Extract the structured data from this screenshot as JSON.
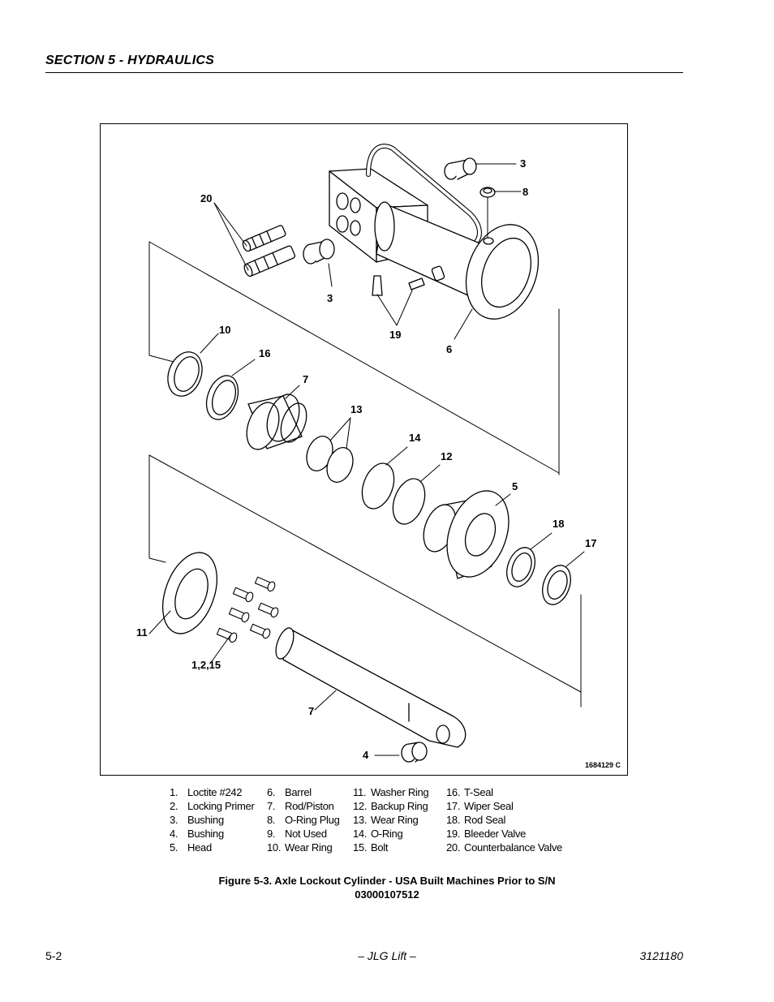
{
  "header": {
    "section_title": "SECTION 5 - HYDRAULICS"
  },
  "figure": {
    "drawing_id": "1684129 C",
    "callouts": [
      {
        "key": "c3a",
        "label": "3"
      },
      {
        "key": "c8",
        "label": "8"
      },
      {
        "key": "c20",
        "label": "20"
      },
      {
        "key": "c3b",
        "label": "3"
      },
      {
        "key": "c19",
        "label": "19"
      },
      {
        "key": "c6",
        "label": "6"
      },
      {
        "key": "c10",
        "label": "10"
      },
      {
        "key": "c16",
        "label": "16"
      },
      {
        "key": "c7a",
        "label": "7"
      },
      {
        "key": "c13",
        "label": "13"
      },
      {
        "key": "c14",
        "label": "14"
      },
      {
        "key": "c12",
        "label": "12"
      },
      {
        "key": "c5",
        "label": "5"
      },
      {
        "key": "c18",
        "label": "18"
      },
      {
        "key": "c17",
        "label": "17"
      },
      {
        "key": "c11",
        "label": "11"
      },
      {
        "key": "c1215",
        "label": "1,2,15"
      },
      {
        "key": "c7b",
        "label": "7"
      },
      {
        "key": "c4",
        "label": "4"
      }
    ]
  },
  "parts_legend": [
    [
      {
        "num": "1.",
        "name": "Loctite #242"
      },
      {
        "num": "2.",
        "name": "Locking Primer"
      },
      {
        "num": "3.",
        "name": "Bushing"
      },
      {
        "num": "4.",
        "name": "Bushing"
      },
      {
        "num": "5.",
        "name": "Head"
      }
    ],
    [
      {
        "num": "6.",
        "name": "Barrel"
      },
      {
        "num": "7.",
        "name": "Rod/Piston"
      },
      {
        "num": "8.",
        "name": "O-Ring Plug"
      },
      {
        "num": "9.",
        "name": "Not Used"
      },
      {
        "num": "10.",
        "name": "Wear Ring"
      }
    ],
    [
      {
        "num": "11.",
        "name": "Washer Ring"
      },
      {
        "num": "12.",
        "name": "Backup Ring"
      },
      {
        "num": "13.",
        "name": "Wear Ring"
      },
      {
        "num": "14.",
        "name": "O-Ring"
      },
      {
        "num": "15.",
        "name": "Bolt"
      }
    ],
    [
      {
        "num": "16.",
        "name": "T-Seal"
      },
      {
        "num": "17.",
        "name": "Wiper Seal"
      },
      {
        "num": "18.",
        "name": "Rod Seal"
      },
      {
        "num": "19.",
        "name": "Bleeder Valve"
      },
      {
        "num": "20.",
        "name": "Counterbalance Valve"
      }
    ]
  ],
  "caption": {
    "line1": "Figure 5-3.  Axle Lockout Cylinder - USA Built Machines Prior to S/N",
    "line2": "03000107512"
  },
  "footer": {
    "page_number": "5-2",
    "publisher": "– JLG Lift –",
    "doc_number": "3121180"
  }
}
